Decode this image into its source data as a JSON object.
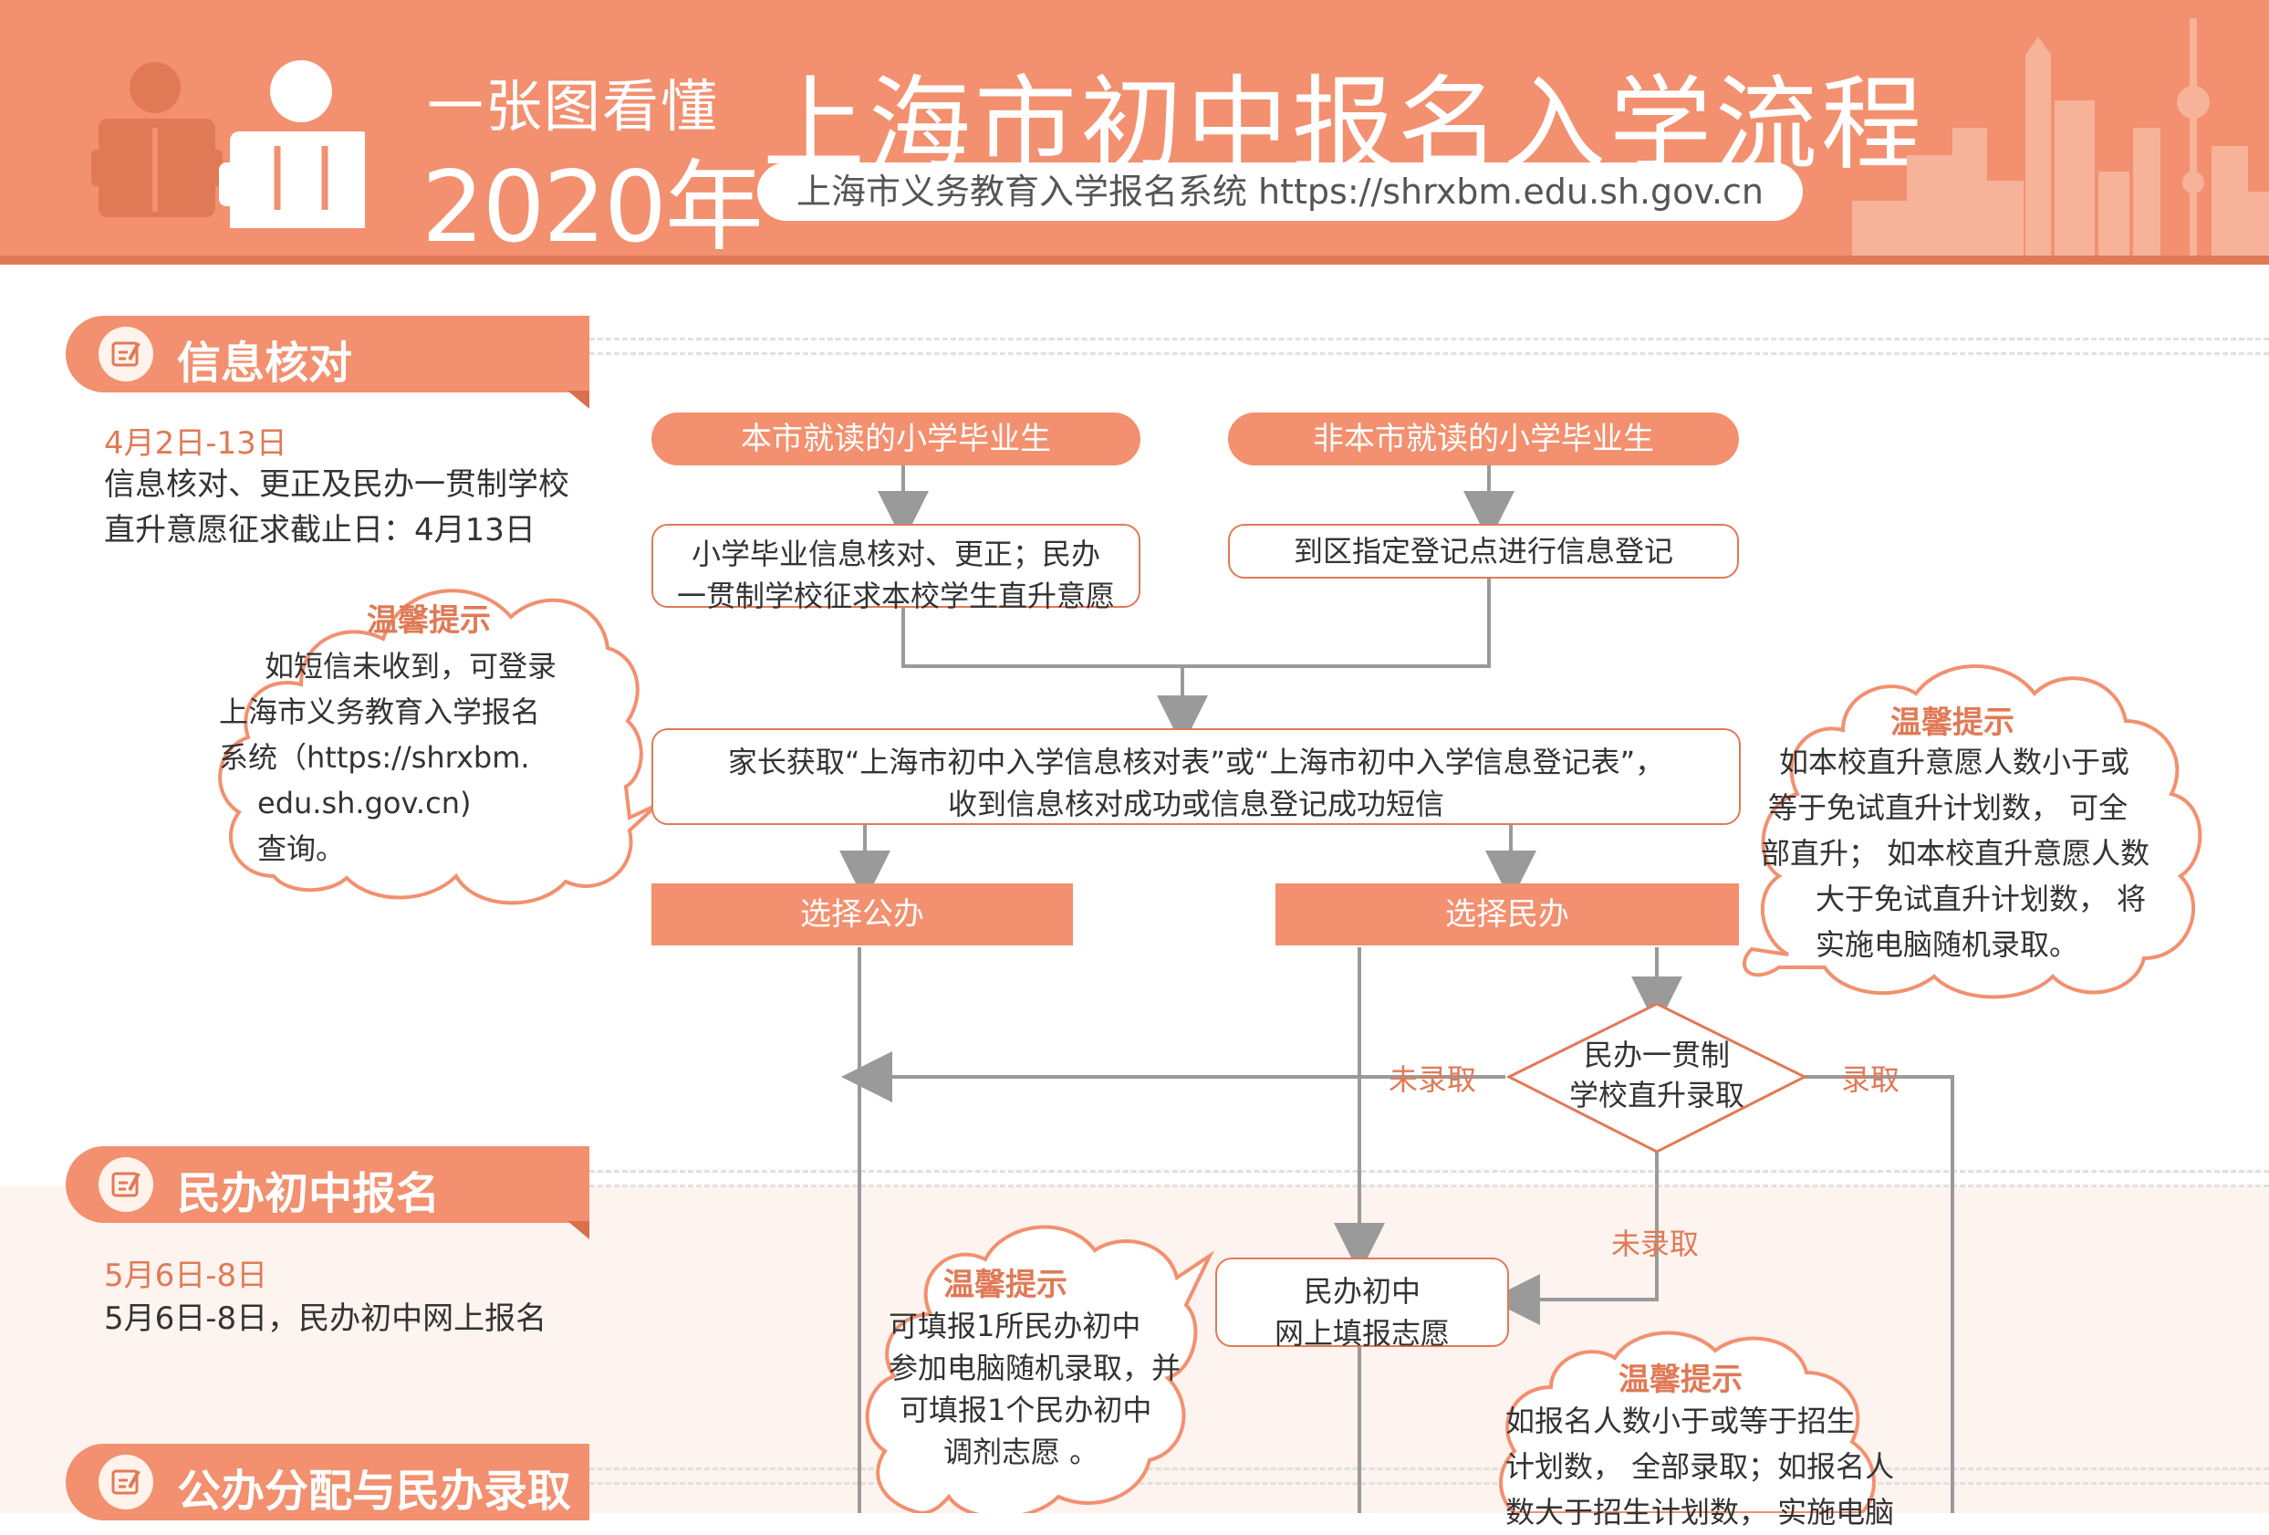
{
  "header": {
    "subtitle": "一张图看懂",
    "year": "2020年",
    "title": "上海市初中报名入学流程",
    "url_text": "上海市义务教育入学报名系统 https://shrxbm.edu.sh.gov.cn"
  },
  "sections": [
    {
      "label": "信息核对",
      "date": "4月2日-13日",
      "desc_lines": [
        "信息核对、更正及民办一贯制学校",
        "直升意愿征求截止日：4月13日"
      ]
    },
    {
      "label": "民办初中报名",
      "date": "5月6日-8日",
      "desc_lines": [
        "5月6日-8日，民办初中网上报名"
      ]
    },
    {
      "label": "公办分配与民办录取"
    }
  ],
  "tips": {
    "title": "温馨提示",
    "left": [
      "如短信未收到，可登录",
      "上海市义务教育入学报名",
      "系统（https://shrxbm.",
      "edu.sh.gov.cn)",
      "查询。"
    ],
    "right": [
      "如本校直升意愿人数小于或",
      "等于免试直升计划数， 可全",
      "部直升； 如本校直升意愿人数",
      "大于免试直升计划数， 将",
      "实施电脑随机录取。"
    ],
    "middle": [
      "可填报1所民办初中",
      "参加电脑随机录取，并",
      "可填报1个民办初中",
      "调剂志愿 。"
    ],
    "bottom": [
      "如报名人数小于或等于招生",
      "计划数， 全部录取；如报名人",
      "数大于招生计划数， 实施电脑"
    ]
  },
  "flow": {
    "start_local": "本市就读的小学毕业生",
    "start_nonlocal": "非本市就读的小学毕业生",
    "verify_local_lines": [
      "小学毕业信息核对、更正；民办",
      "一贯制学校征求本校学生直升意愿"
    ],
    "verify_nonlocal": "到区指定登记点进行信息登记",
    "parent_lines": [
      "家长获取“上海市初中入学信息核对表”或“上海市初中入学信息登记表”，",
      "收到信息核对成功或信息登记成功短信"
    ],
    "choose_public": "选择公办",
    "choose_private": "选择民办",
    "decision_lines": [
      "民办一贯制",
      "学校直升录取"
    ],
    "not_admitted": "未录取",
    "admitted": "录取",
    "private_apply_lines": [
      "民办初中",
      "网上填报志愿"
    ]
  },
  "colors": {
    "accent": "#f2906f",
    "accent_dark": "#e07a56",
    "text": "#333333"
  }
}
